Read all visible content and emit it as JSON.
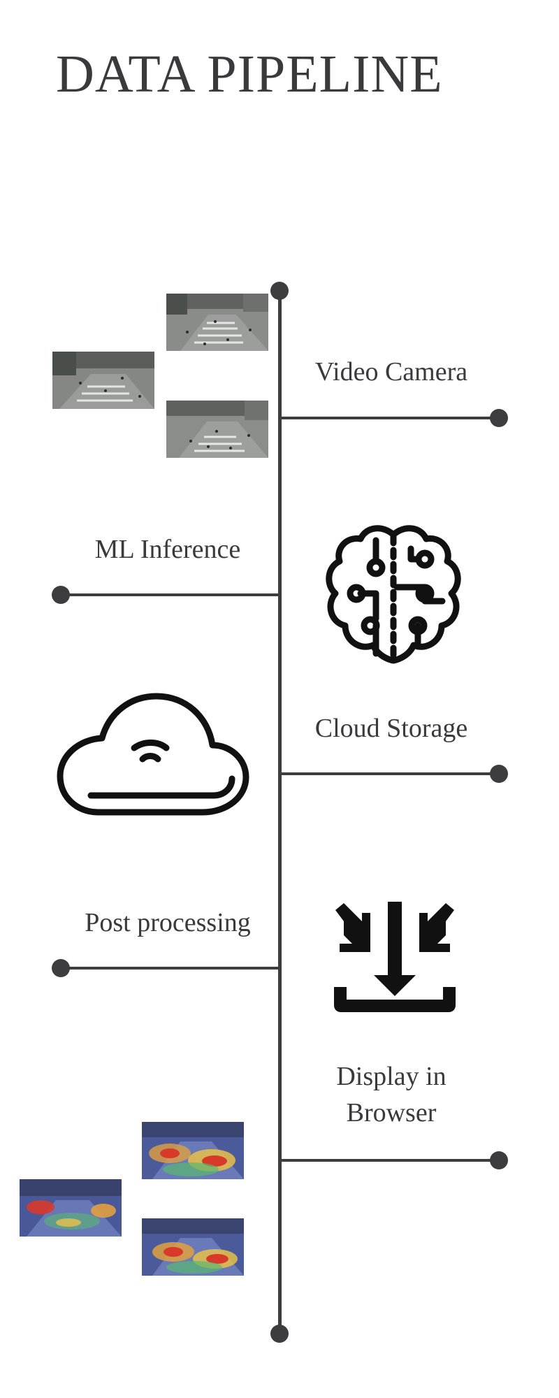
{
  "title": "DATA PIPELINE",
  "steps": [
    {
      "label": "Video Camera",
      "side": "right"
    },
    {
      "label": "ML Inference",
      "side": "left",
      "icon": "brain-circuit-icon"
    },
    {
      "label": "Cloud Storage",
      "side": "right",
      "icon": "cloud-icon"
    },
    {
      "label": "Post processing",
      "side": "left",
      "icon": "download-tray-icon"
    },
    {
      "label": "Display in Browser",
      "side": "right"
    }
  ],
  "colors": {
    "line": "#3d3d40",
    "text": "#3a3a3c"
  },
  "images": {
    "camera_frames": [
      "street-crossing-photo",
      "street-crossing-photo",
      "street-crossing-photo"
    ],
    "heatmap_frames": [
      "street-crossing-heatmap",
      "street-crossing-heatmap",
      "street-crossing-heatmap"
    ]
  }
}
